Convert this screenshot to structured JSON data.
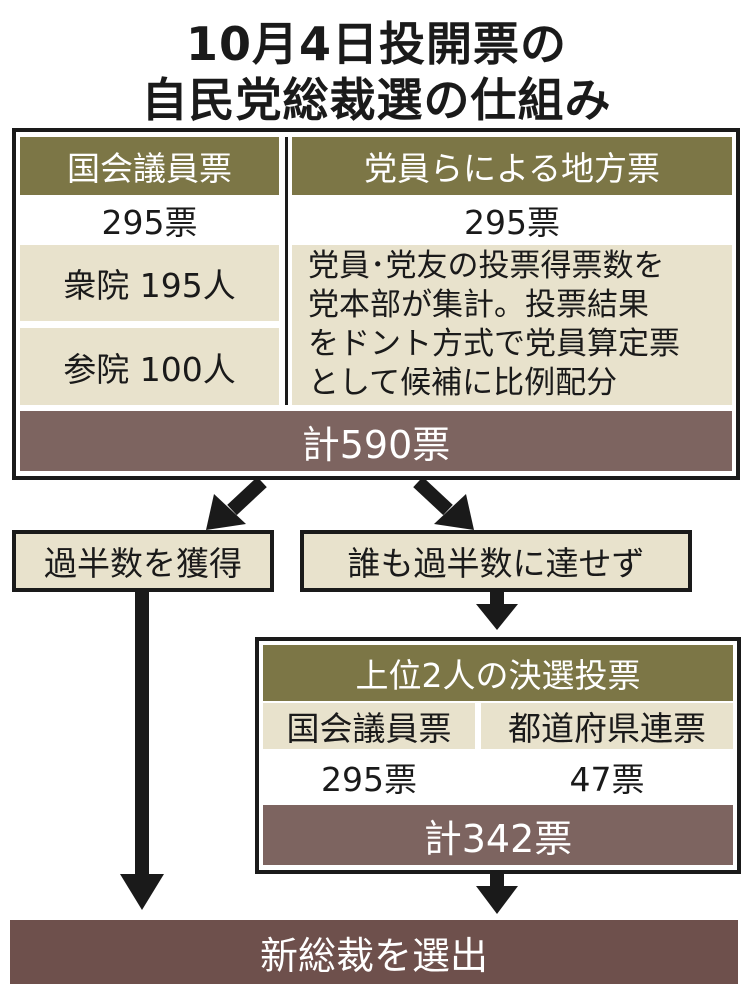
{
  "title": {
    "line1": "10月4日投開票の",
    "line2": "自民党総裁選の仕組み"
  },
  "first_round": {
    "diet": {
      "header": "国会議員票",
      "total": "295票",
      "lower": "衆院 195人",
      "upper": "参院 100人"
    },
    "local": {
      "header": "党員らによる地方票",
      "total": "295票",
      "description": [
        "党員･党友の投票得票数を",
        "党本部が集計。投票結果",
        "をドント方式で党員算定票",
        "として候補に比例配分"
      ]
    },
    "sum": "計590票"
  },
  "outcomes": {
    "majority": "過半数を獲得",
    "no_majority": "誰も過半数に達せず"
  },
  "runoff": {
    "header": "上位2人の決選投票",
    "diet_header": "国会議員票",
    "diet_votes": "295票",
    "pref_header": "都道府県連票",
    "pref_votes": "47票",
    "sum": "計342票"
  },
  "result": "新総裁を選出",
  "colors": {
    "olive": "#7c7646",
    "beige": "#e8e2cc",
    "brown": "#7d6460",
    "dark_brown": "#6e504c"
  }
}
